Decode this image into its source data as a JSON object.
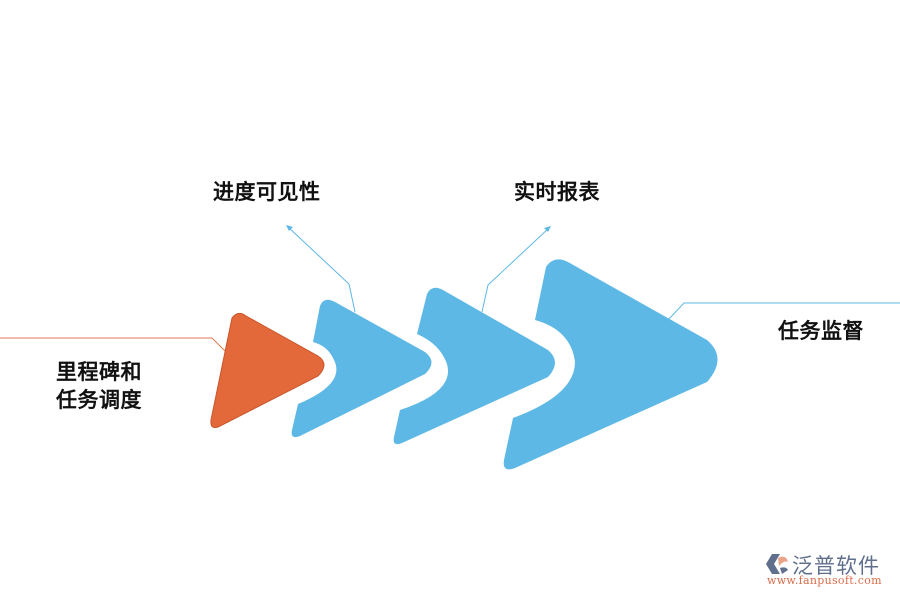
{
  "diagram": {
    "colors": {
      "accent_orange": "#e3683a",
      "accent_blue": "#5db8e6",
      "line_orange": "#e07a55",
      "line_blue": "#5db8e6",
      "text": "#111111"
    },
    "stages": [
      {
        "id": "milestone",
        "label_line1": "里程碑和",
        "label_line2": "任务调度",
        "color": "#e3683a"
      },
      {
        "id": "progress",
        "label": "进度可见性",
        "color": "#5db8e6"
      },
      {
        "id": "report",
        "label": "实时报表",
        "color": "#5db8e6"
      },
      {
        "id": "supervise",
        "label": "任务监督",
        "color": "#5db8e6"
      }
    ]
  },
  "logo": {
    "name": "泛普软件",
    "url": "www.fanpusoft.com"
  }
}
